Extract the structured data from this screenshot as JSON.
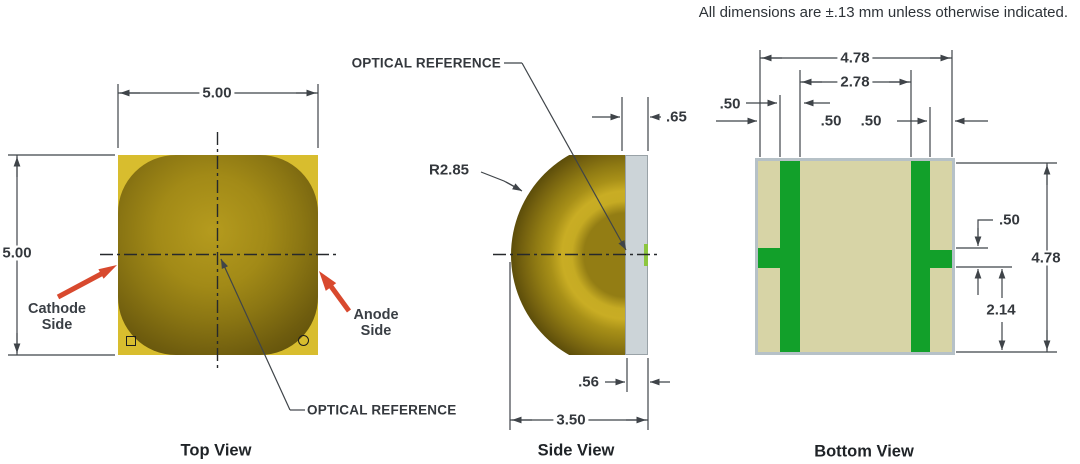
{
  "header": {
    "tolerance_note": "All dimensions are ±.13 mm unless otherwise indicated."
  },
  "top_view": {
    "caption": "Top View",
    "width_dim": "5.00",
    "height_dim": "5.00",
    "cathode_line1": "Cathode",
    "cathode_line2": "Side",
    "anode_line1": "Anode",
    "anode_line2": "Side",
    "optical_reference_label": "OPTICAL REFERENCE"
  },
  "side_view": {
    "caption": "Side View",
    "optical_reference_label": "OPTICAL REFERENCE",
    "radius_dim": "R2.85",
    "lens_edge_dim": ".65",
    "standoff_dim": ".56",
    "depth_dim": "3.50"
  },
  "bottom_view": {
    "caption": "Bottom View",
    "width_dim": "4.78",
    "pad_gap_dim": "2.78",
    "pad_dim_left": ".50",
    "pad_dim_mid_a": ".50",
    "pad_dim_mid_b": ".50",
    "tab_height_dim": ".50",
    "tab_offset_dim": "2.14",
    "height_dim": "4.78"
  },
  "colors": {
    "lens_yellow": "#d8bd2e",
    "dome_dark": "#6e5c0e",
    "substrate_gray": "#ccd4d8",
    "ceramic_tan": "#d7d4a6",
    "pad_green": "#12a02a",
    "arrow_red": "#d8492e",
    "line_dark": "#3f4449"
  }
}
